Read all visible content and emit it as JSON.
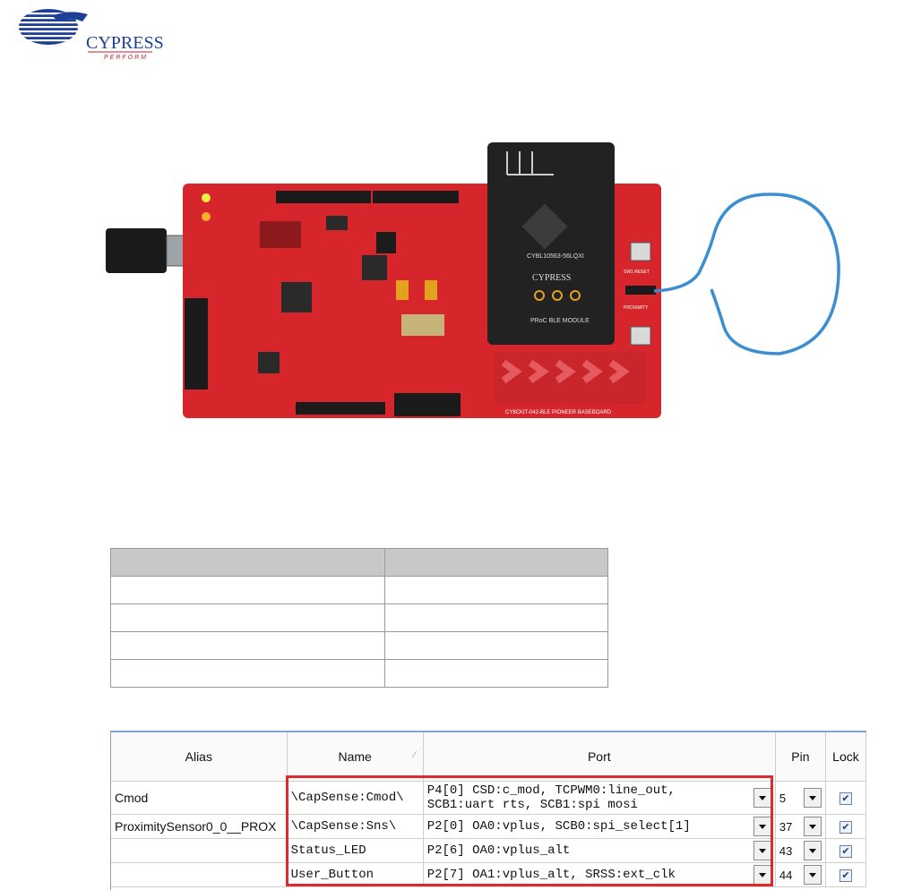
{
  "logo": {
    "brand": "CYPRESS",
    "tagline": "PERFORM"
  },
  "board": {
    "silkscreen_module": "CYBL10563-56LQXI",
    "silkscreen_brand": "CYPRESS",
    "silkscreen_module_name": "PRoC BLE MODULE",
    "silkscreen_baseboard": "CY8CKIT-042-BLE PIONEER BASEBOARD",
    "silkscreen_proximity": "PROXIMITY",
    "silkscreen_reset": "SW1 RESET"
  },
  "pin_table": {
    "headers": {
      "alias": "Alias",
      "name": "Name",
      "port": "Port",
      "pin": "Pin",
      "lock": "Lock"
    },
    "rows": [
      {
        "alias": "Cmod",
        "name": "\\CapSense:Cmod\\",
        "port_line1": "P4[0] CSD:c_mod, TCPWM0:line_out,",
        "port_line2": "SCB1:uart rts, SCB1:spi mosi",
        "pin": "5",
        "locked": true
      },
      {
        "alias": "ProximitySensor0_0__PROX",
        "name": "\\CapSense:Sns\\",
        "port_line1": "P2[0] OA0:vplus, SCB0:spi_select[1]",
        "port_line2": "",
        "pin": "37",
        "locked": true
      },
      {
        "alias": "",
        "name": "Status_LED",
        "port_line1": "P2[6] OA0:vplus_alt",
        "port_line2": "",
        "pin": "43",
        "locked": true
      },
      {
        "alias": "",
        "name": "User_Button",
        "port_line1": "P2[7] OA1:vplus_alt, SRSS:ext_clk",
        "port_line2": "",
        "pin": "44",
        "locked": true
      }
    ]
  },
  "colors": {
    "highlight": "#dd2a2a",
    "board_red": "#d7262b",
    "logo_blue": "#1e3f96",
    "logo_red": "#c4202d"
  }
}
